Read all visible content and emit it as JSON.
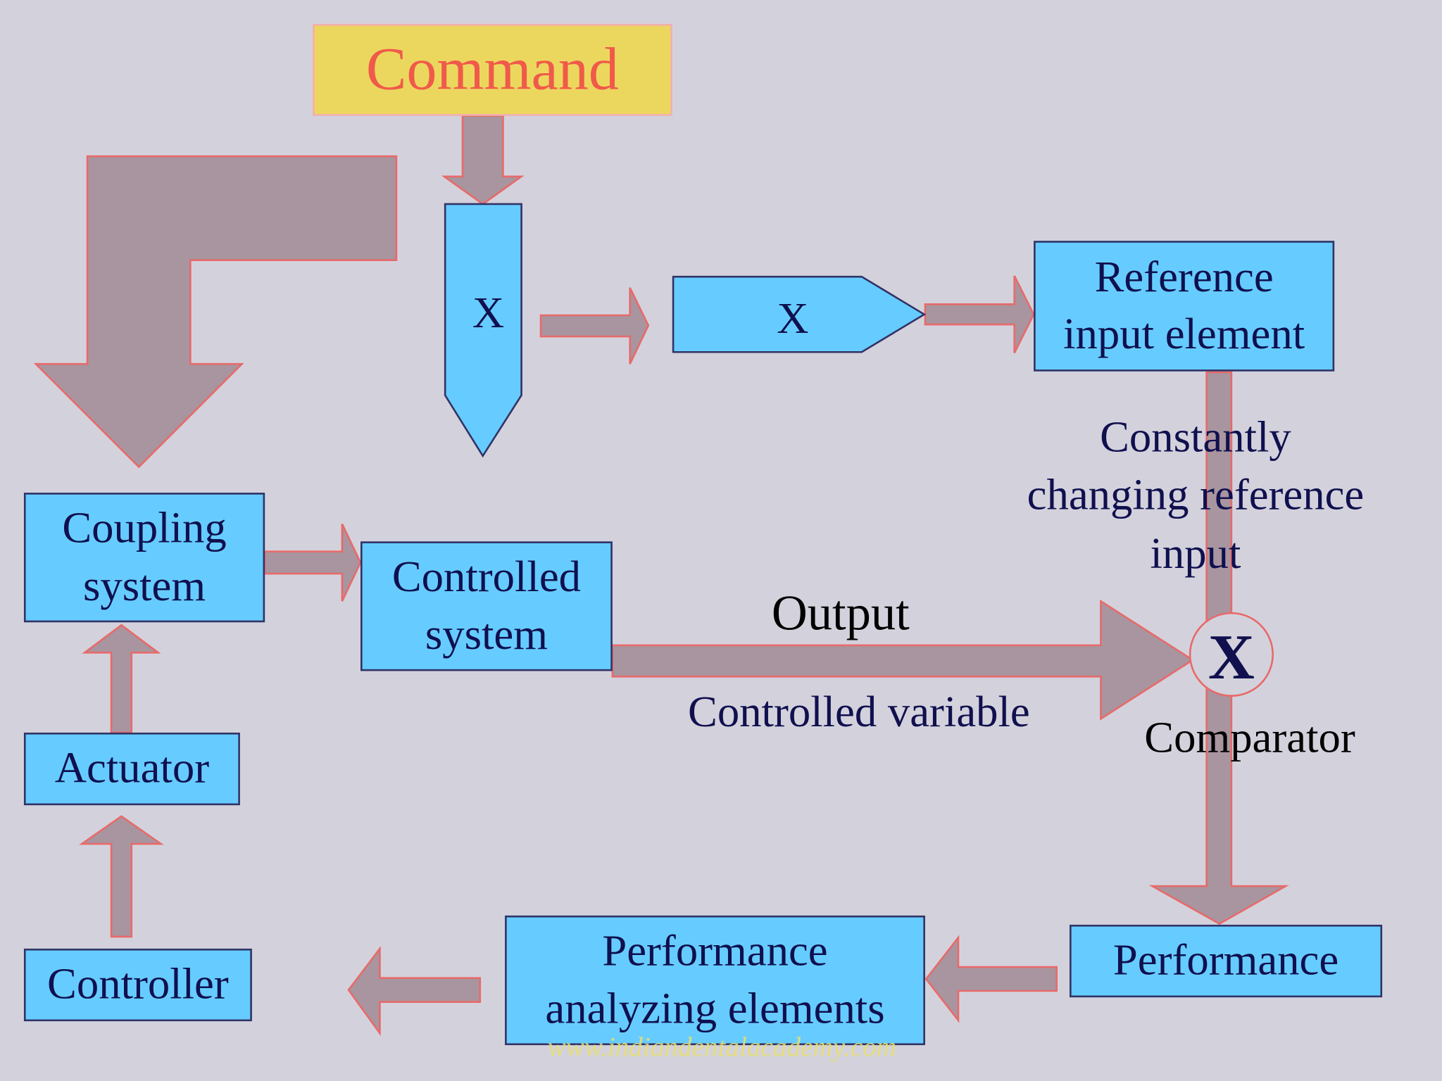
{
  "command": "Command",
  "nodes": {
    "x_down": "X",
    "x_right": "X",
    "reference_line1": "Reference",
    "reference_line2": "input element",
    "constantly_line1": "Constantly",
    "constantly_line2": "changing reference",
    "constantly_line3": "input",
    "coupling_line1": "Coupling",
    "coupling_line2": "system",
    "controlled_line1": "Controlled",
    "controlled_line2": "system",
    "output": "Output",
    "controlled_variable": "Controlled variable",
    "comparator_symbol": "X",
    "comparator": "Comparator",
    "actuator": "Actuator",
    "controller": "Controller",
    "performance": "Performance",
    "analyzing_line1": "Performance",
    "analyzing_line2": "analyzing elements"
  },
  "watermark": "www.indiandentalacademy.com",
  "colors": {
    "background": "#d3d2dc",
    "box_fill": "#66ccff",
    "box_border": "#333366",
    "text": "#10104f",
    "arrow_fill": "#a8959f",
    "arrow_stroke": "#e86a6a",
    "command_fill": "#ecd75e",
    "command_text": "#f05a4a",
    "watermark": "#e8e070"
  }
}
